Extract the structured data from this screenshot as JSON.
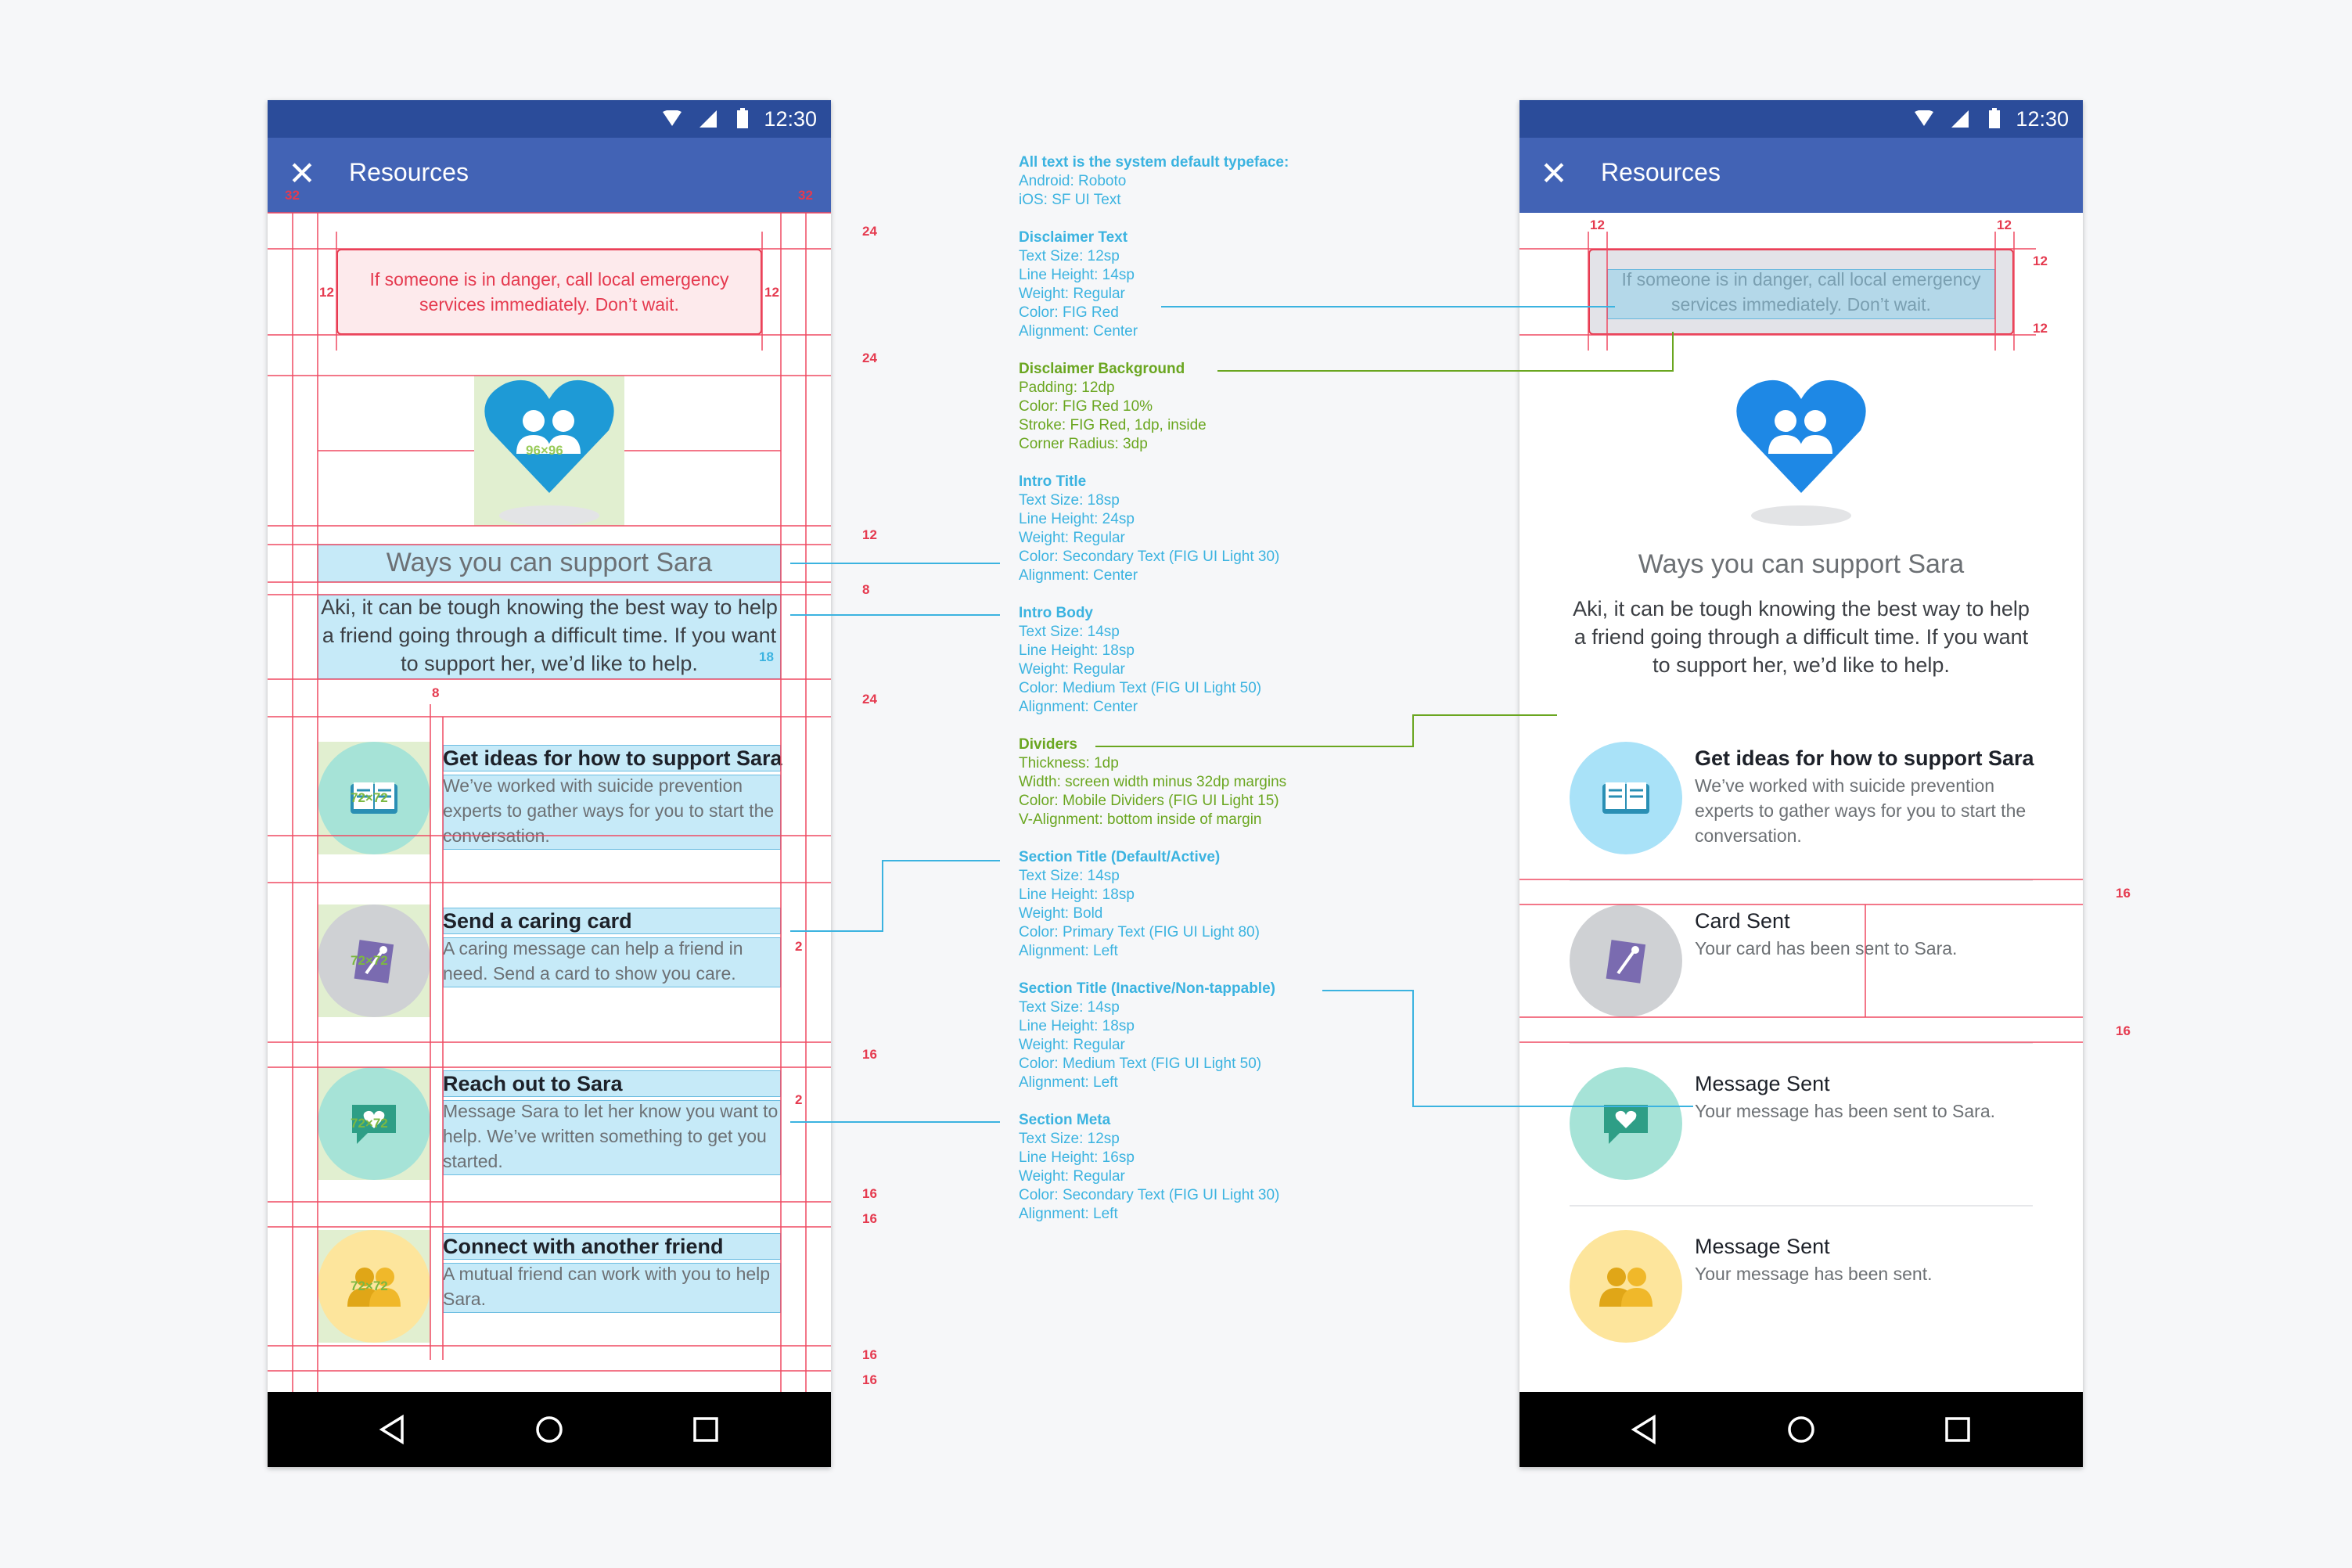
{
  "status_bar": {
    "time": "12:30"
  },
  "app_bar": {
    "title": "Resources",
    "close_icon": "close-icon"
  },
  "disclaimer": {
    "text": "If someone is in danger, call local emergency services immediately. Don’t wait."
  },
  "intro": {
    "title": "Ways you can support Sara",
    "body": "Aki, it can be tough knowing the best way to help a friend going through a difficult time. If you want to support her, we’d like to help."
  },
  "left_screen": {
    "sections": [
      {
        "icon": "book-icon",
        "color": "#a6e3d7",
        "title": "Get ideas for how to support Sara",
        "meta": "We’ve worked with suicide prevention experts to gather ways for you to start the conversation."
      },
      {
        "icon": "card-icon",
        "color": "#cfd1d4",
        "title": "Send a caring card",
        "meta": "A caring message can help a friend in need. Send a card to show you care."
      },
      {
        "icon": "chat-heart-icon",
        "color": "#a6e3d7",
        "title": "Reach out to Sara",
        "meta": "Message Sara to let her know you want to help. We’ve written something to get you started."
      },
      {
        "icon": "people-icon",
        "color": "#fde59c",
        "title": "Connect with another friend",
        "meta": "A mutual friend can work with you to help Sara."
      }
    ]
  },
  "right_screen": {
    "sections": [
      {
        "icon": "book-icon",
        "color": "#a9e2f8",
        "title": "Get ideas for how to support Sara",
        "meta": "We’ve worked with suicide prevention experts to gather ways for you to start the conversation."
      },
      {
        "icon": "card-icon",
        "color": "#cfd1d4",
        "title": "Card Sent",
        "meta": "Your card has been sent to Sara."
      },
      {
        "icon": "chat-heart-icon",
        "color": "#a6e3d7",
        "title": "Message Sent",
        "meta": "Your message has been sent to Sara."
      },
      {
        "icon": "people-icon",
        "color": "#fde59c",
        "title": "Message Sent",
        "meta": "Your message has been sent."
      }
    ]
  },
  "overlay_labels": {
    "m32": "32",
    "m24": "24",
    "m12": "12",
    "m8": "8",
    "m16": "16",
    "m2": "2",
    "m18": "18",
    "size96": "96×96",
    "size72": "72×72"
  },
  "annotations": [
    {
      "title": "All text is the system default typeface:",
      "lines": [
        "Android: Roboto",
        "iOS: SF UI Text"
      ],
      "color": "#3bb3e0"
    },
    {
      "title": "Disclaimer Text",
      "lines": [
        "Text Size: 12sp",
        "Line Height: 14sp",
        "Weight: Regular",
        "Color: FIG Red",
        "Alignment: Center"
      ],
      "color": "#3bb3e0"
    },
    {
      "title": "Disclaimer Background",
      "lines": [
        "Padding: 12dp",
        "Color: FIG Red 10%",
        "Stroke: FIG Red, 1dp, inside",
        "Corner Radius: 3dp"
      ],
      "color": "#6aa620"
    },
    {
      "title": "Intro Title",
      "lines": [
        "Text Size: 18sp",
        "Line Height: 24sp",
        "Weight: Regular",
        "Color: Secondary Text (FIG UI Light 30)",
        "Alignment: Center"
      ],
      "color": "#3bb3e0"
    },
    {
      "title": "Intro Body",
      "lines": [
        "Text Size: 14sp",
        "Line Height: 18sp",
        "Weight: Regular",
        "Color: Medium Text (FIG UI Light 50)",
        "Alignment: Center"
      ],
      "color": "#3bb3e0"
    },
    {
      "title": "Dividers",
      "lines": [
        "Thickness: 1dp",
        "Width: screen width minus 32dp margins",
        "Color: Mobile Dividers (FIG UI Light 15)",
        "V-Alignment: bottom inside of margin"
      ],
      "color": "#6aa620"
    },
    {
      "title": "Section Title (Default/Active)",
      "lines": [
        "Text Size: 14sp",
        "Line Height: 18sp",
        "Weight: Bold",
        "Color: Primary Text (FIG UI Light 80)",
        "Alignment: Left"
      ],
      "color": "#3bb3e0"
    },
    {
      "title": "Section Title (Inactive/Non-tappable)",
      "lines": [
        "Text Size: 14sp",
        "Line Height: 18sp",
        "Weight: Regular",
        "Color: Medium Text (FIG UI Light 50)",
        "Alignment: Left"
      ],
      "color": "#3bb3e0"
    },
    {
      "title": "Section Meta",
      "lines": [
        "Text Size: 12sp",
        "Line Height: 16sp",
        "Weight: Regular",
        "Color: Secondary Text (FIG UI Light 30)",
        "Alignment: Left"
      ],
      "color": "#3bb3e0"
    }
  ]
}
